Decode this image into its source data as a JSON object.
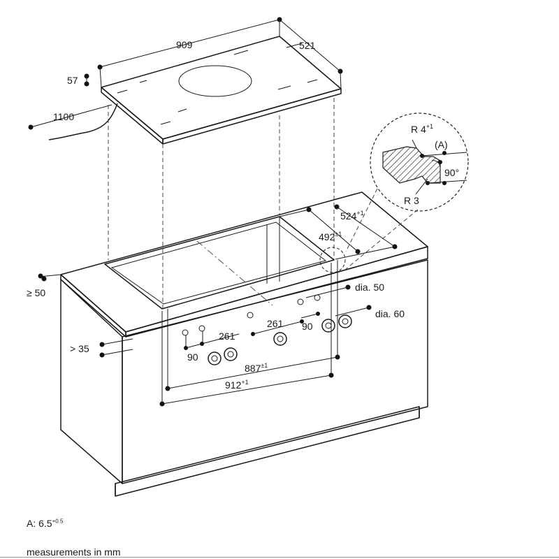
{
  "dimensions": {
    "width_909": "909",
    "depth_521": "521",
    "height_57": "57",
    "cable_1100": "1100",
    "edge_min_50": "≥ 50",
    "depth_524": "524",
    "depth_524_tol": "+1",
    "depth_492": "492",
    "depth_492_tol": "±1",
    "dia_50": "dia. 50",
    "dia_60": "dia. 60",
    "gap_35": "> 35",
    "spacing_261_left": "261",
    "spacing_261_mid": "261",
    "spacing_90_left": "90",
    "spacing_90_right": "90",
    "width_887": "887",
    "width_887_tol": "±1",
    "width_912": "912",
    "width_912_tol": "+1"
  },
  "detail": {
    "radius_4": "R 4",
    "radius_4_tol": "+1",
    "marker_a": "(A)",
    "angle_90": "90",
    "angle_unit": "°",
    "radius_3": "R 3"
  },
  "notes": {
    "a_label": "A:",
    "a_value": "6.5",
    "a_tol": "+0.5",
    "units": "measurements in mm"
  }
}
